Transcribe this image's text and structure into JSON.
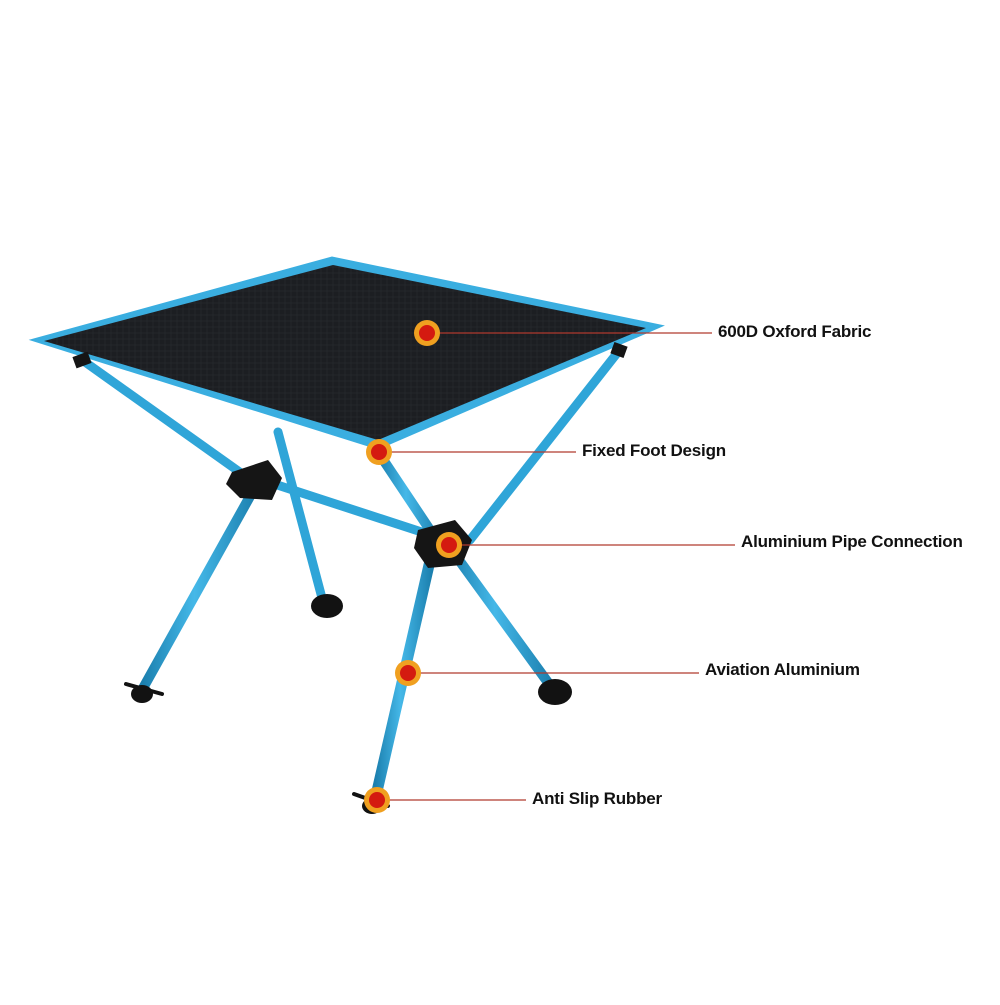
{
  "colors": {
    "fabric": "#1c1e22",
    "trim": "#3aaee0",
    "leg": "#2fa5d8",
    "leg_dark": "#1b7fae",
    "joint": "#151515",
    "foot": "#121212",
    "marker_outer": "#f0a020",
    "marker_inner": "#d41a10",
    "leader_line": "#b03a2e",
    "label_text": "#111111"
  },
  "callouts": [
    {
      "label": "600D Oxford Fabric",
      "icon": "marker-dot-icon"
    },
    {
      "label": "Fixed Foot Design",
      "icon": "marker-dot-icon"
    },
    {
      "label": "Aluminium Pipe Connection",
      "icon": "marker-dot-icon"
    },
    {
      "label": "Aviation Aluminium",
      "icon": "marker-dot-icon"
    },
    {
      "label": "Anti Slip Rubber",
      "icon": "marker-dot-icon"
    }
  ]
}
